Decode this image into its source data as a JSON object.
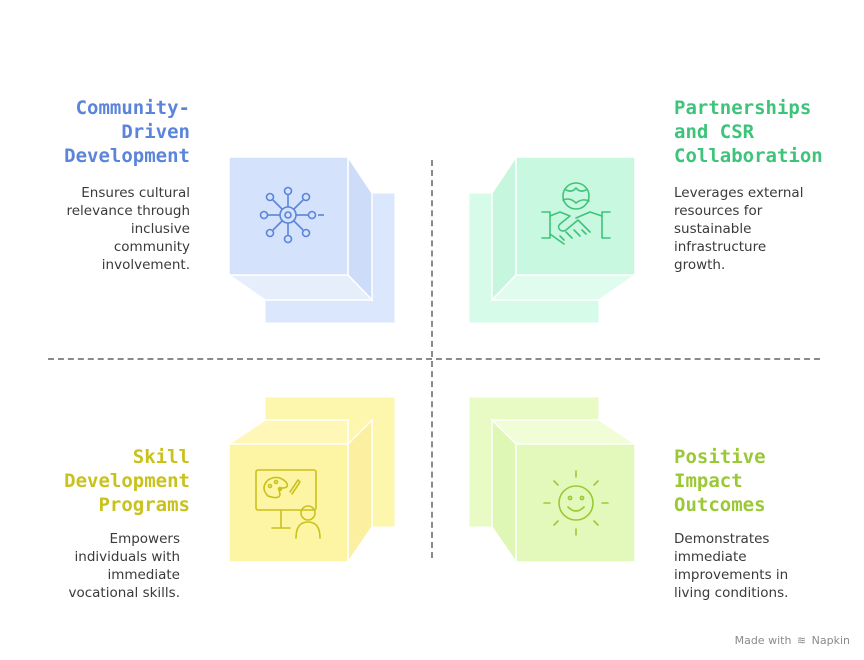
{
  "quadrants": {
    "top_left": {
      "title_lines": [
        "Community-",
        "Driven",
        "Development"
      ],
      "description_lines": [
        "Ensures cultural",
        "relevance through",
        "inclusive",
        "community",
        "involvement."
      ],
      "icon": "network-gear-icon",
      "color": "#5b84db"
    },
    "top_right": {
      "title_lines": [
        "Partnerships",
        "and CSR",
        "Collaboration"
      ],
      "description_lines": [
        "Leverages external",
        "resources for",
        "sustainable",
        "infrastructure",
        "growth."
      ],
      "icon": "handshake-globe-icon",
      "color": "#3ec47a"
    },
    "bottom_left": {
      "title_lines": [
        "Skill",
        "Development",
        "Programs"
      ],
      "description_lines": [
        "Empowers",
        "individuals with",
        "immediate",
        "vocational skills."
      ],
      "icon": "art-lesson-icon",
      "color": "#c9c21c"
    },
    "bottom_right": {
      "title_lines": [
        "Positive",
        "Impact",
        "Outcomes"
      ],
      "description_lines": [
        "Demonstrates",
        "immediate",
        "improvements in",
        "living conditions."
      ],
      "icon": "sun-smile-icon",
      "color": "#9bc935"
    }
  },
  "footer": {
    "made_with": "Made with",
    "brand": "Napkin"
  }
}
